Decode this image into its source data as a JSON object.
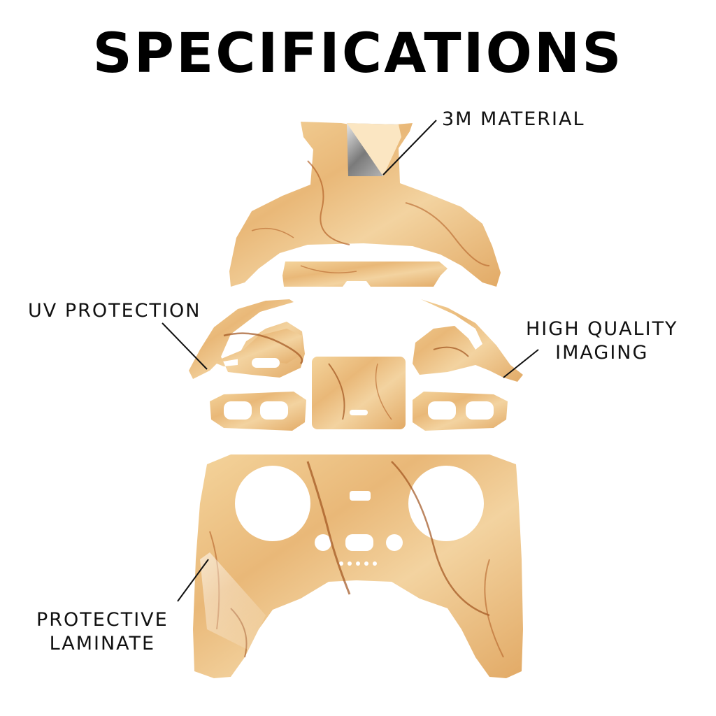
{
  "title": "SPECIFICATIONS",
  "callouts": {
    "material": "3M MATERIAL",
    "uv": "UV PROTECTION",
    "imaging_line1": "HIGH QUALITY",
    "imaging_line2": "IMAGING",
    "laminate_line1": "PROTECTIVE",
    "laminate_line2": "LAMINATE"
  },
  "colors": {
    "marble_base": "#f0c98a",
    "marble_light": "#f7ddb0",
    "vein": "#b4622a",
    "peel_back": "#fbe6c2"
  }
}
